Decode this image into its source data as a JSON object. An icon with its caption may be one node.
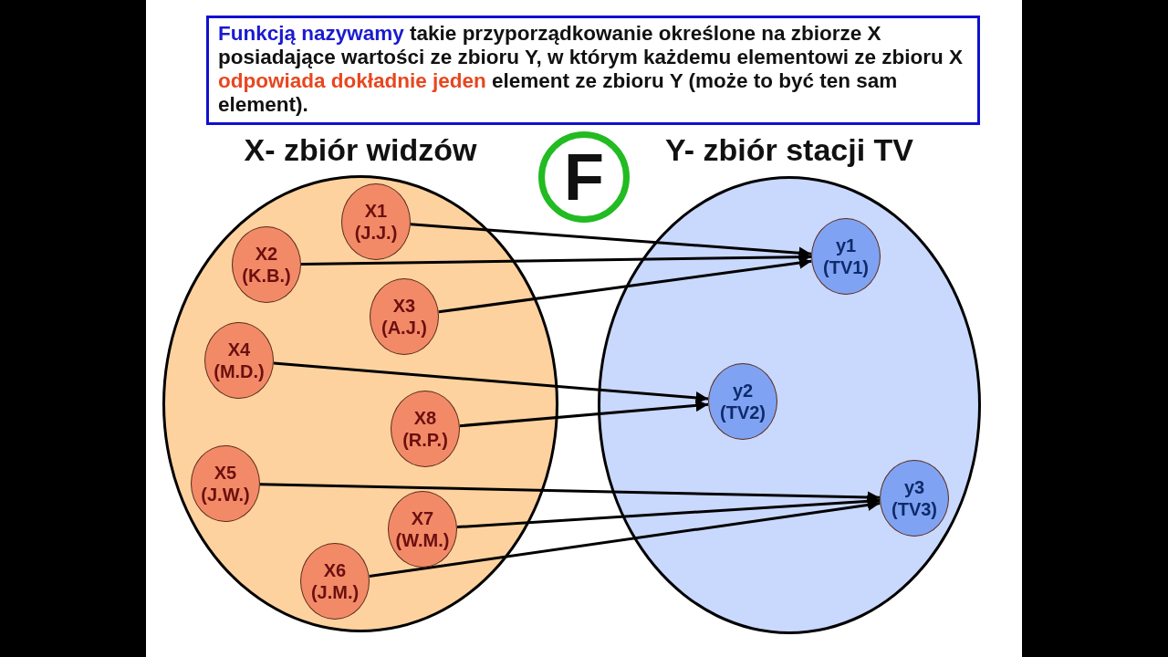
{
  "diagram": {
    "nodes": [
      {
        "text": [
          "**Funkcją nazywamy** takie przyporządkowanie określone na zbiorze X posiadające wartości ze zbioru Y, w którym każdemu elementowi ze zbioru X **odpowiada dokładnie jeden** element ze zbioru Y (może to być ten sam element)."
        ]
      },
      {
        "text": [
          "X- zbiór widzów"
        ]
      },
      {
        "text": [
          "X1 (J.J.)"
        ],
        "in": 1
      },
      {
        "text": [
          "X2 (K.B.)"
        ],
        "in": 1
      },
      {
        "text": [
          "X3 (A.J.)"
        ],
        "in": 1
      },
      {
        "text": [
          "X4 (M.D.)"
        ],
        "in": 1
      },
      {
        "text": [
          "X8 (R.P.)"
        ],
        "in": 1
      },
      {
        "text": [
          "X5 (J.W.)"
        ],
        "in": 1
      },
      {
        "text": [
          "X7 (W.M.)"
        ],
        "in": 1
      },
      {
        "text": [
          "X6 (J.M.)"
        ],
        "in": 1
      },
      {
        "text": [
          "F"
        ]
      },
      {
        "text": [
          "Y- zbiór stacji TV"
        ]
      },
      {
        "text": [
          "y1 (TV1)"
        ],
        "in": 11
      },
      {
        "text": [
          "y2 (TV2)"
        ],
        "in": 11
      },
      {
        "text": [
          "y3 (TV3)"
        ],
        "in": 11
      }
    ],
    "edges": [
      {
        "from": 2,
        "to": 12,
        "arrow": "to"
      },
      {
        "from": 3,
        "to": 12,
        "arrow": "to"
      },
      {
        "from": 4,
        "to": 12,
        "arrow": "to"
      },
      {
        "from": 5,
        "to": 13,
        "arrow": "to"
      },
      {
        "from": 6,
        "to": 13,
        "arrow": "to"
      },
      {
        "from": 7,
        "to": 14,
        "arrow": "to"
      },
      {
        "from": 8,
        "to": 14,
        "arrow": "to"
      },
      {
        "from": 9,
        "to": 14,
        "arrow": "to"
      }
    ]
  }
}
